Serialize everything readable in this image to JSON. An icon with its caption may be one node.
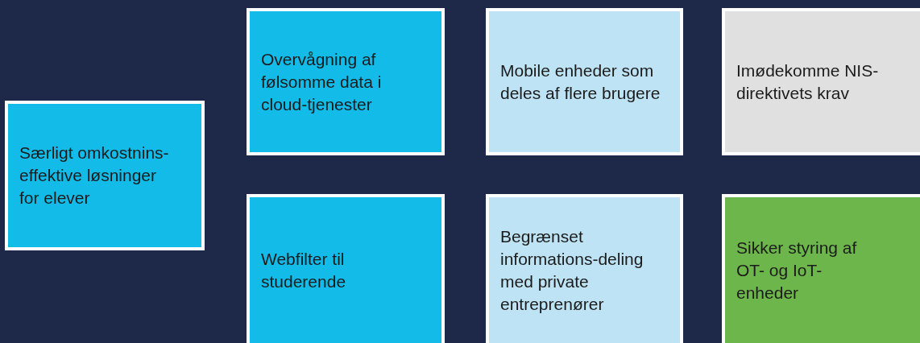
{
  "diagram": {
    "nodes": [
      {
        "text": [
          "Særligt omkostnins-effektive løsninger for elever"
        ]
      },
      {
        "text": [
          "Overvågning af følsomme data i cloud-tjenester"
        ]
      },
      {
        "text": [
          "Mobile enheder som deles af flere brugere"
        ]
      },
      {
        "text": [
          "Imødekomme NIS-direktivets krav"
        ]
      },
      {
        "text": [
          "Webfilter til studerende"
        ]
      },
      {
        "text": [
          "Begrænset informations-deling med private entreprenører"
        ]
      },
      {
        "text": [
          "Sikker styring af OT- og IoT-enheder"
        ]
      }
    ]
  }
}
